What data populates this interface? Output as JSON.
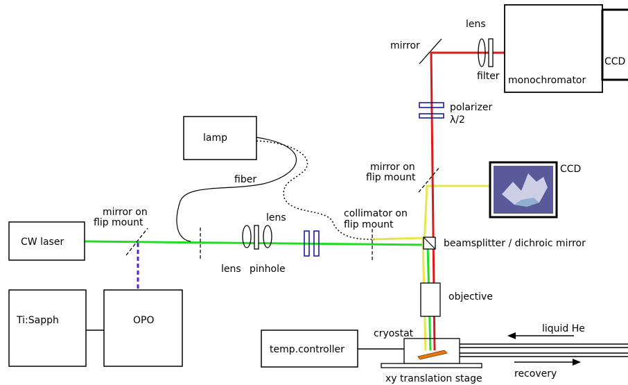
{
  "labels": {
    "cw_laser": "CW laser",
    "ti_sapph": "Ti:Sapph",
    "opo": "OPO",
    "lamp": "lamp",
    "fiber": "fiber",
    "mirror_flip_left_1": "mirror on",
    "mirror_flip_left_2": "flip mount",
    "lens_top": "lens",
    "lens_bottom": "lens",
    "pinhole": "pinhole",
    "collimator_1": "collimator on",
    "collimator_2": "flip mount",
    "beamsplitter": "beamsplitter / dichroic mirror",
    "objective": "objective",
    "cryostat": "cryostat",
    "temp_controller": "temp.controller",
    "xy_stage": "xy translation stage",
    "liquid_he": "liquid He",
    "recovery": "recovery",
    "mirror_flip_right_1": "mirror on",
    "mirror_flip_right_2": "flip mount",
    "ccd_camera": "CCD",
    "polarizer": "polarizer",
    "lambda_half": "λ/2",
    "mirror_top": "mirror",
    "lens_mono": "lens",
    "filter": "filter",
    "monochromator": "monochromator",
    "ccd_spectrometer": "CCD"
  },
  "colors": {
    "green_beam": "#22dd22",
    "yellow_beam": "#e6e64a",
    "red_beam": "#dd1a1a",
    "opo_beam": "#5522cc",
    "waveplate": "#1a1aa0",
    "sample": "#e87a10",
    "camera_bg": "#5a5a9a"
  }
}
